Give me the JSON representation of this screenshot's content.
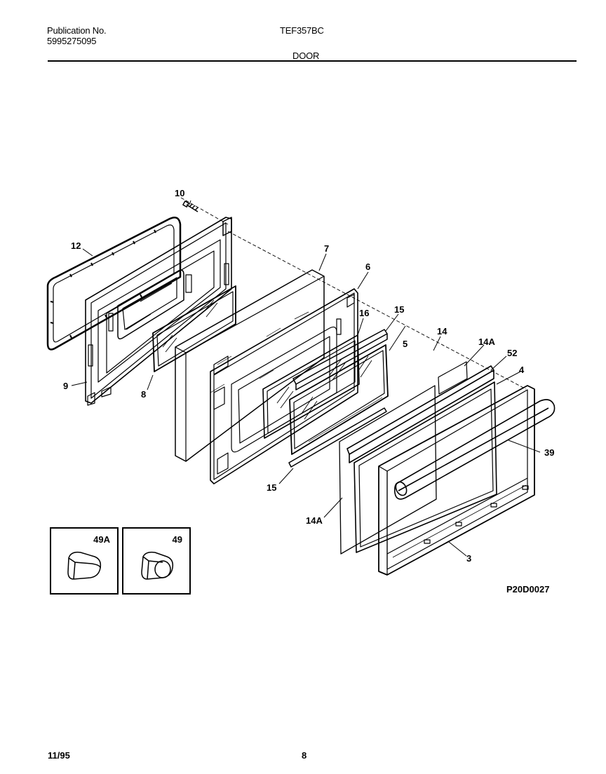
{
  "header": {
    "publication_label": "Publication No.",
    "publication_number": "5995275095",
    "model": "TEF357BC",
    "section": "DOOR"
  },
  "callouts": {
    "c10": "10",
    "c12": "12",
    "c7": "7",
    "c6": "6",
    "c16": "16",
    "c15a": "15",
    "c14": "14",
    "c14a_top": "14A",
    "c52": "52",
    "c4": "4",
    "c5": "5",
    "c9": "9",
    "c8": "8",
    "c39": "39",
    "c15b": "15",
    "c14a_bottom": "14A",
    "c3": "3"
  },
  "insets": {
    "left_label": "49A",
    "right_label": "49"
  },
  "diagram_code": "P20D0027",
  "footer": {
    "date": "11/95",
    "page": "8"
  }
}
